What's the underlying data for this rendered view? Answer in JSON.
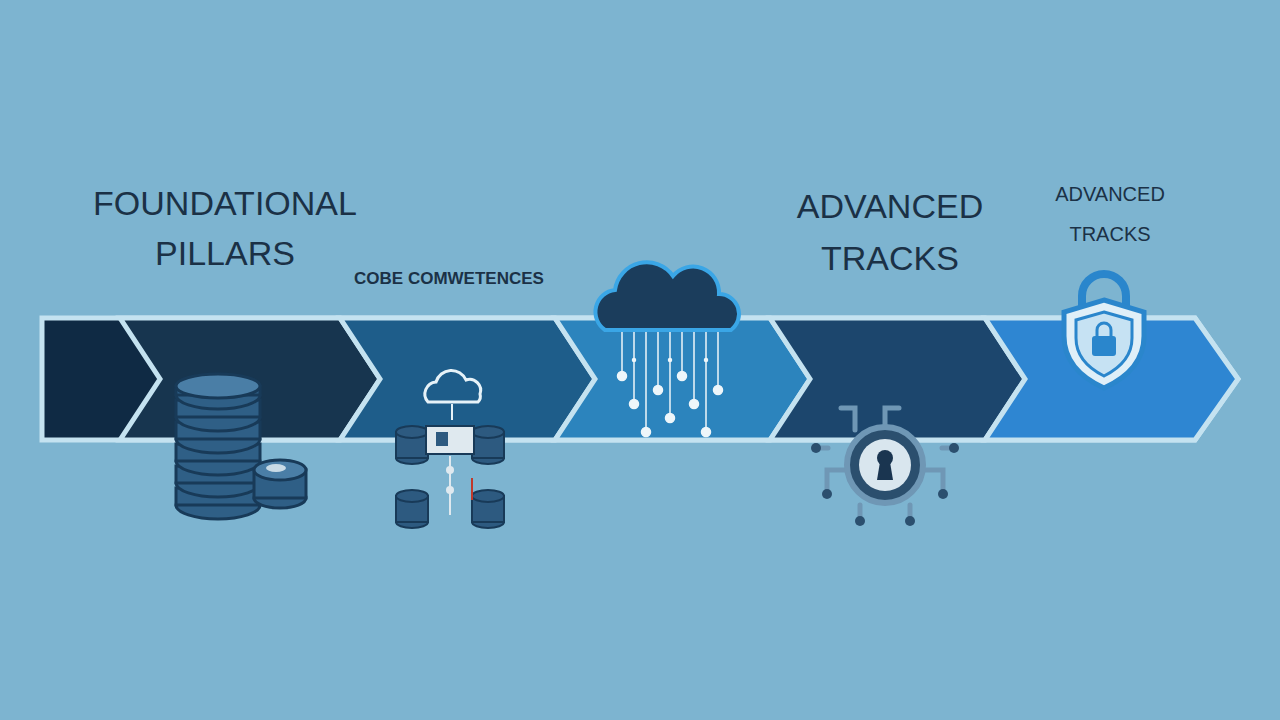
{
  "diagram": {
    "labels": [
      "FOUNDATIONAL PILLARS",
      "COBE COMWETENCES",
      "ADVANCED TRACKS",
      "ADVANCED TRACKS"
    ]
  }
}
